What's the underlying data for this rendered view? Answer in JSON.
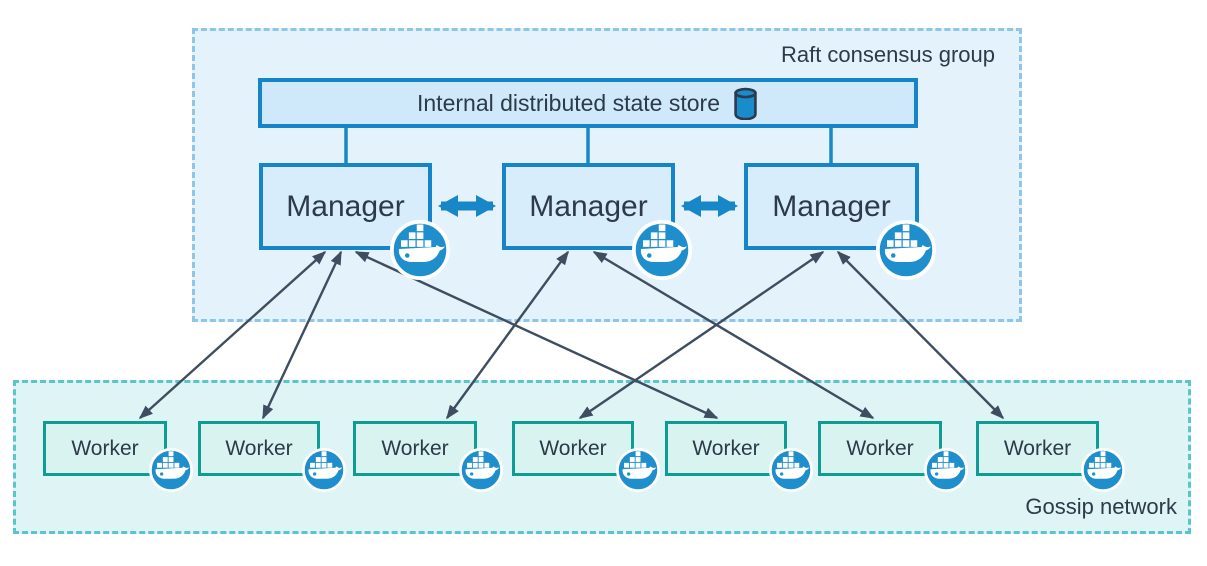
{
  "raft_group": {
    "label": "Raft consensus group",
    "state_store": {
      "label": "Internal distributed state store",
      "icon": "database-cylinder-icon"
    },
    "managers": [
      {
        "id": "manager-1",
        "label": "Manager",
        "icon": "docker-whale-icon"
      },
      {
        "id": "manager-2",
        "label": "Manager",
        "icon": "docker-whale-icon"
      },
      {
        "id": "manager-3",
        "label": "Manager",
        "icon": "docker-whale-icon"
      }
    ]
  },
  "gossip_network": {
    "label": "Gossip network",
    "workers": [
      {
        "id": "worker-1",
        "label": "Worker",
        "icon": "docker-whale-icon"
      },
      {
        "id": "worker-2",
        "label": "Worker",
        "icon": "docker-whale-icon"
      },
      {
        "id": "worker-3",
        "label": "Worker",
        "icon": "docker-whale-icon"
      },
      {
        "id": "worker-4",
        "label": "Worker",
        "icon": "docker-whale-icon"
      },
      {
        "id": "worker-5",
        "label": "Worker",
        "icon": "docker-whale-icon"
      },
      {
        "id": "worker-6",
        "label": "Worker",
        "icon": "docker-whale-icon"
      },
      {
        "id": "worker-7",
        "label": "Worker",
        "icon": "docker-whale-icon"
      }
    ]
  },
  "connections": {
    "store_to_managers": [
      "manager-1",
      "manager-2",
      "manager-3"
    ],
    "manager_peer_links": [
      {
        "from": "manager-1",
        "to": "manager-2",
        "style": "thick-blue-double-arrow"
      },
      {
        "from": "manager-2",
        "to": "manager-3",
        "style": "thick-blue-double-arrow"
      }
    ],
    "manager_worker_links": [
      {
        "from": "manager-1",
        "to": "worker-1",
        "style": "dark-double-arrow"
      },
      {
        "from": "manager-1",
        "to": "worker-2",
        "style": "dark-double-arrow"
      },
      {
        "from": "manager-1",
        "to": "worker-5",
        "style": "dark-double-arrow"
      },
      {
        "from": "manager-2",
        "to": "worker-3",
        "style": "dark-double-arrow"
      },
      {
        "from": "manager-2",
        "to": "worker-6",
        "style": "dark-double-arrow"
      },
      {
        "from": "manager-3",
        "to": "worker-4",
        "style": "dark-double-arrow"
      },
      {
        "from": "manager-3",
        "to": "worker-7",
        "style": "dark-double-arrow"
      }
    ]
  },
  "colors": {
    "blue_node_border": "#1584c8",
    "blue_node_fill": "#d7edfb",
    "store_fill": "#cfe9fa",
    "raft_container_fill": "#e4f2fb",
    "raft_container_dash": "#8fc6e7",
    "teal_node_border": "#0f9d93",
    "teal_node_fill": "#d9f3f1",
    "gossip_container_fill": "#def4f5",
    "gossip_container_dash": "#5ac5cd",
    "docker_icon_blue": "#1f8ecd",
    "dark_edge": "#3e4e60",
    "text": "#2c3a49"
  }
}
